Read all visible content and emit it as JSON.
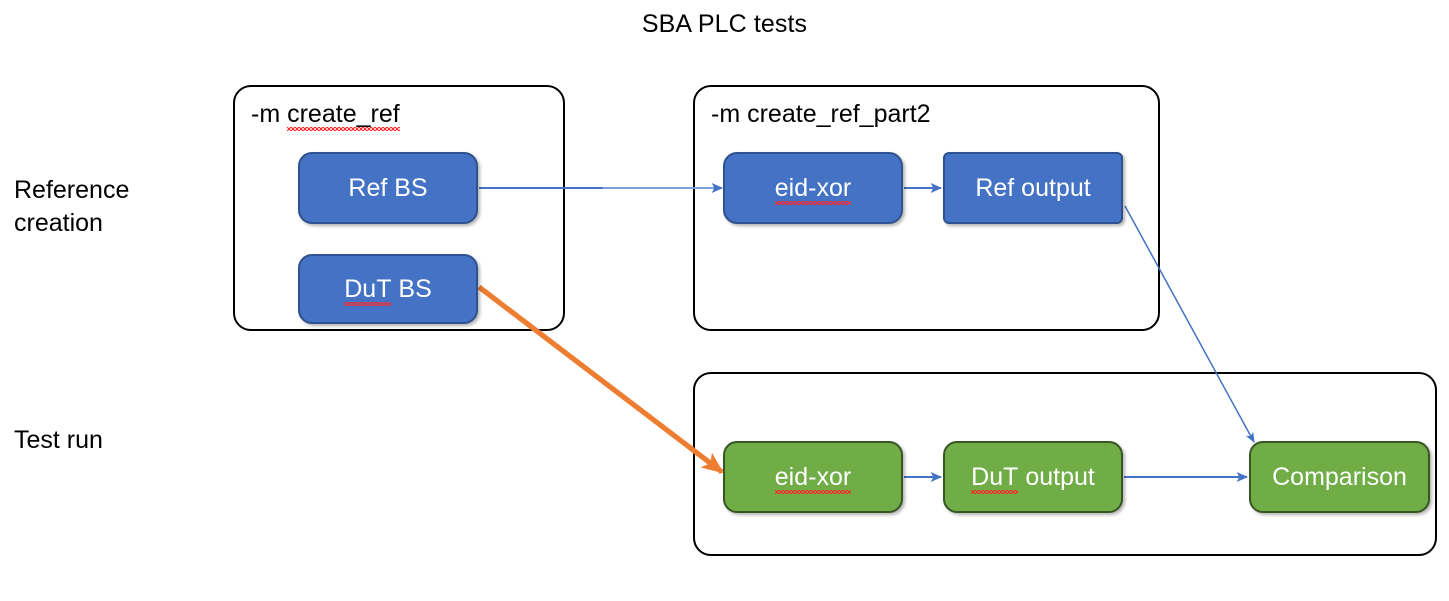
{
  "title": "SBA PLC tests",
  "row_labels": {
    "reference": "Reference\ncreation",
    "test_run": "Test run"
  },
  "groups": [
    {
      "id": "create-ref",
      "label_prefix": "-m ",
      "label_code": "create_ref",
      "misspelled": true
    },
    {
      "id": "create-ref-part2",
      "label_prefix": "-m ",
      "label_code": "create_ref_part2",
      "misspelled": false
    }
  ],
  "nodes": [
    {
      "id": "ref-bs",
      "label": "Ref BS",
      "color": "#4472C4",
      "border": "#2F528F",
      "misspelled_part": "",
      "rest": "Ref BS"
    },
    {
      "id": "dut-bs",
      "label": "DuT BS",
      "color": "#4472C4",
      "border": "#2F528F",
      "misspelled_part": "DuT",
      "rest": " BS"
    },
    {
      "id": "eid-xor-ref",
      "label": "eid-xor",
      "color": "#4472C4",
      "border": "#2F528F",
      "misspelled_part": "eid-xor",
      "rest": ""
    },
    {
      "id": "ref-output",
      "label": "Ref output",
      "color": "#4472C4",
      "border": "#2F528F",
      "misspelled_part": "",
      "rest": "Ref output"
    },
    {
      "id": "eid-xor-dut",
      "label": "eid-xor",
      "color": "#70AD47",
      "border": "#375623",
      "misspelled_part": "eid-xor",
      "rest": ""
    },
    {
      "id": "dut-output",
      "label": "DuT output",
      "color": "#70AD47",
      "border": "#375623",
      "misspelled_part": "DuT",
      "rest": " output"
    },
    {
      "id": "comparison",
      "label": "Comparison",
      "color": "#70AD47",
      "border": "#375623",
      "misspelled_part": "",
      "rest": "Comparison"
    }
  ],
  "connectors": [
    {
      "id": "ref-bs-to-eid-xor-ref",
      "from": "ref-bs",
      "to": "eid-xor-ref",
      "color": "#4472C4",
      "style": "straight"
    },
    {
      "id": "eid-xor-ref-to-ref-output",
      "from": "eid-xor-ref",
      "to": "ref-output",
      "color": "#4472C4",
      "style": "straight"
    },
    {
      "id": "ref-output-to-comparison",
      "from": "ref-output",
      "to": "comparison",
      "color": "#4472C4",
      "style": "diagonal"
    },
    {
      "id": "dut-bs-to-eid-xor-dut",
      "from": "dut-bs",
      "to": "eid-xor-dut",
      "color": "#ED7D31",
      "style": "diagonal-thick"
    },
    {
      "id": "eid-xor-dut-to-dut-output",
      "from": "eid-xor-dut",
      "to": "dut-output",
      "color": "#4472C4",
      "style": "straight"
    },
    {
      "id": "dut-output-to-comparison",
      "from": "dut-output",
      "to": "comparison",
      "color": "#4472C4",
      "style": "straight"
    }
  ],
  "colors": {
    "blue_fill": "#4472C4",
    "blue_border": "#2F528F",
    "green_fill": "#70AD47",
    "green_border": "#375623",
    "orange_arrow": "#ED7D31",
    "blue_arrow": "#4472C4",
    "spell_error": "#FF2A2A",
    "outline": "#000000"
  }
}
